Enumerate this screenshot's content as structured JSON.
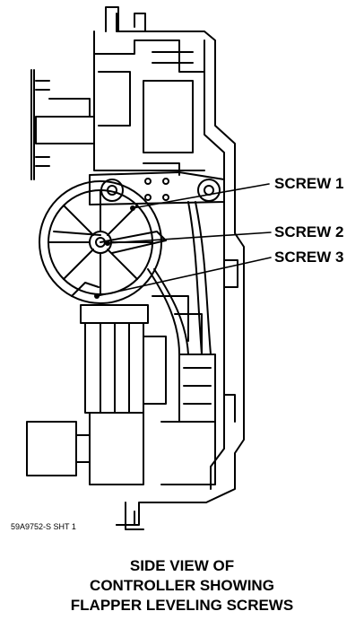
{
  "labels": {
    "screw_1": "SCREW 1",
    "screw_2": "SCREW 2",
    "screw_3": "SCREW 3"
  },
  "drawing_number": "59A9752-S SHT 1",
  "caption": {
    "line_1": "SIDE VIEW OF",
    "line_2": "CONTROLLER SHOWING",
    "line_3": "FLAPPER LEVELING SCREWS"
  }
}
